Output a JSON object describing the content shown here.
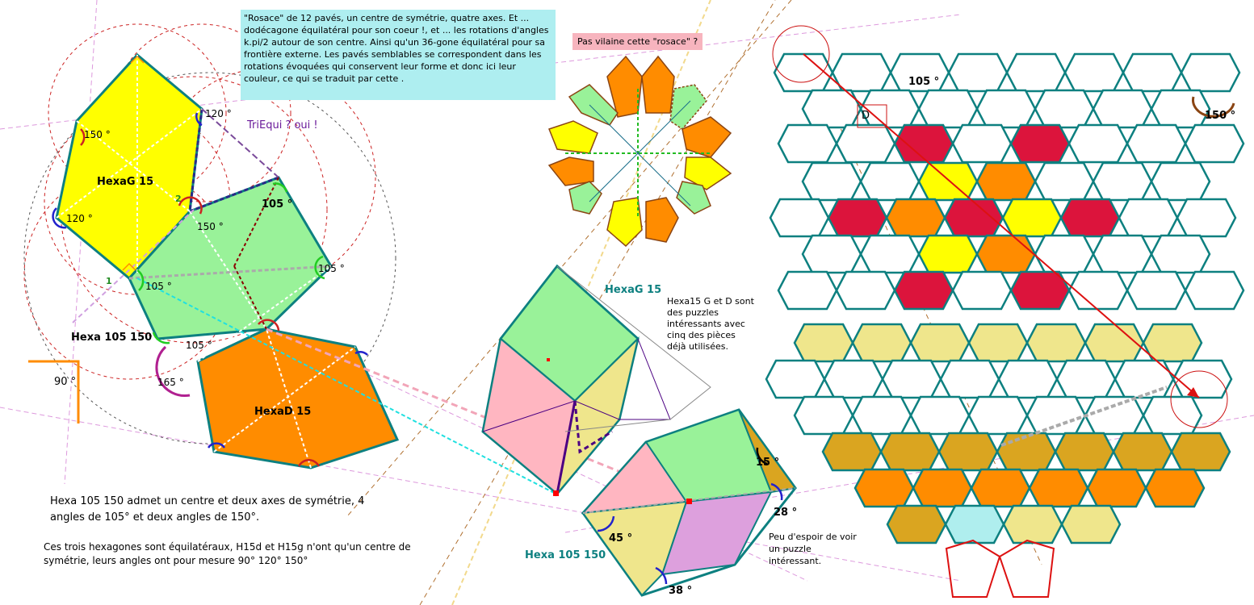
{
  "notes": {
    "main": "\"Rosace\" de 12 pavés, un centre de symétrie, quatre axes. Et ... dodécagone équilatéral pour son coeur !, et ...  les rotations d'angles k.pi/2 autour de son centre. Ainsi qu'un 36-gone équilatéral pour sa frontière externe. Les pavés semblables se correspondent dans les rotations évoquées qui conservent leur forme et donc ici leur couleur, ce qui se traduit par cette .",
    "rosace": "Pas vilaine cette \"rosace\" ?",
    "hexa15": "Hexa15 G et D sont des puzzles  intéressants avec cinq des pièces déjà utilisées.",
    "espoir": "Peu d'espoir de voir un puzzle intéressant.",
    "hexa105": "Hexa 105 150 admet un centre et deux axes de symétrie, 4 angles de 105° et deux angles de 150°.",
    "trois": "Ces trois hexagones sont équilatéraux, H15d et H15g n'ont qu'un centre de symétrie, leurs angles ont pour mesure 90° 120° 150°"
  },
  "labels": {
    "hexag15_left": "HexaG 15",
    "hexad15_left": "HexaD 15",
    "hexa105_left": "Hexa 105 150",
    "triequi": "TriEqui ? oui !",
    "hexag15_mid": "HexaG 15",
    "hexa105_mid": "Hexa 105 150",
    "pt1": "1",
    "pt2": "2",
    "pt_d": "D"
  },
  "angles": {
    "a150_top": "150 °",
    "a120_top": "120 °",
    "a120_left": "120 °",
    "a150_mid": "150 °",
    "a105_top": "105 °",
    "a105_right": "105 °",
    "a105_left": "105 °",
    "a105_bottom": "105 °",
    "a165": "165 °",
    "a90": "90 °",
    "a15": "15 °",
    "a28": "28 °",
    "a45": "45 °",
    "a38": "38 °",
    "a105_grid": "105 °",
    "a150_grid": "150 °"
  },
  "colors": {
    "yellow": "#ffff00",
    "green": "#99f299",
    "orange": "#ff8c00",
    "red": "#dc143c",
    "teal": "#0d8080",
    "pink": "#ffb6c1",
    "khaki": "#efe68c",
    "gold": "#daa520",
    "cyan_tile": "#afeeee",
    "violet": "#dda0dd",
    "note_bg": "#aeeef0",
    "rosace_bg": "#f7b4be"
  }
}
